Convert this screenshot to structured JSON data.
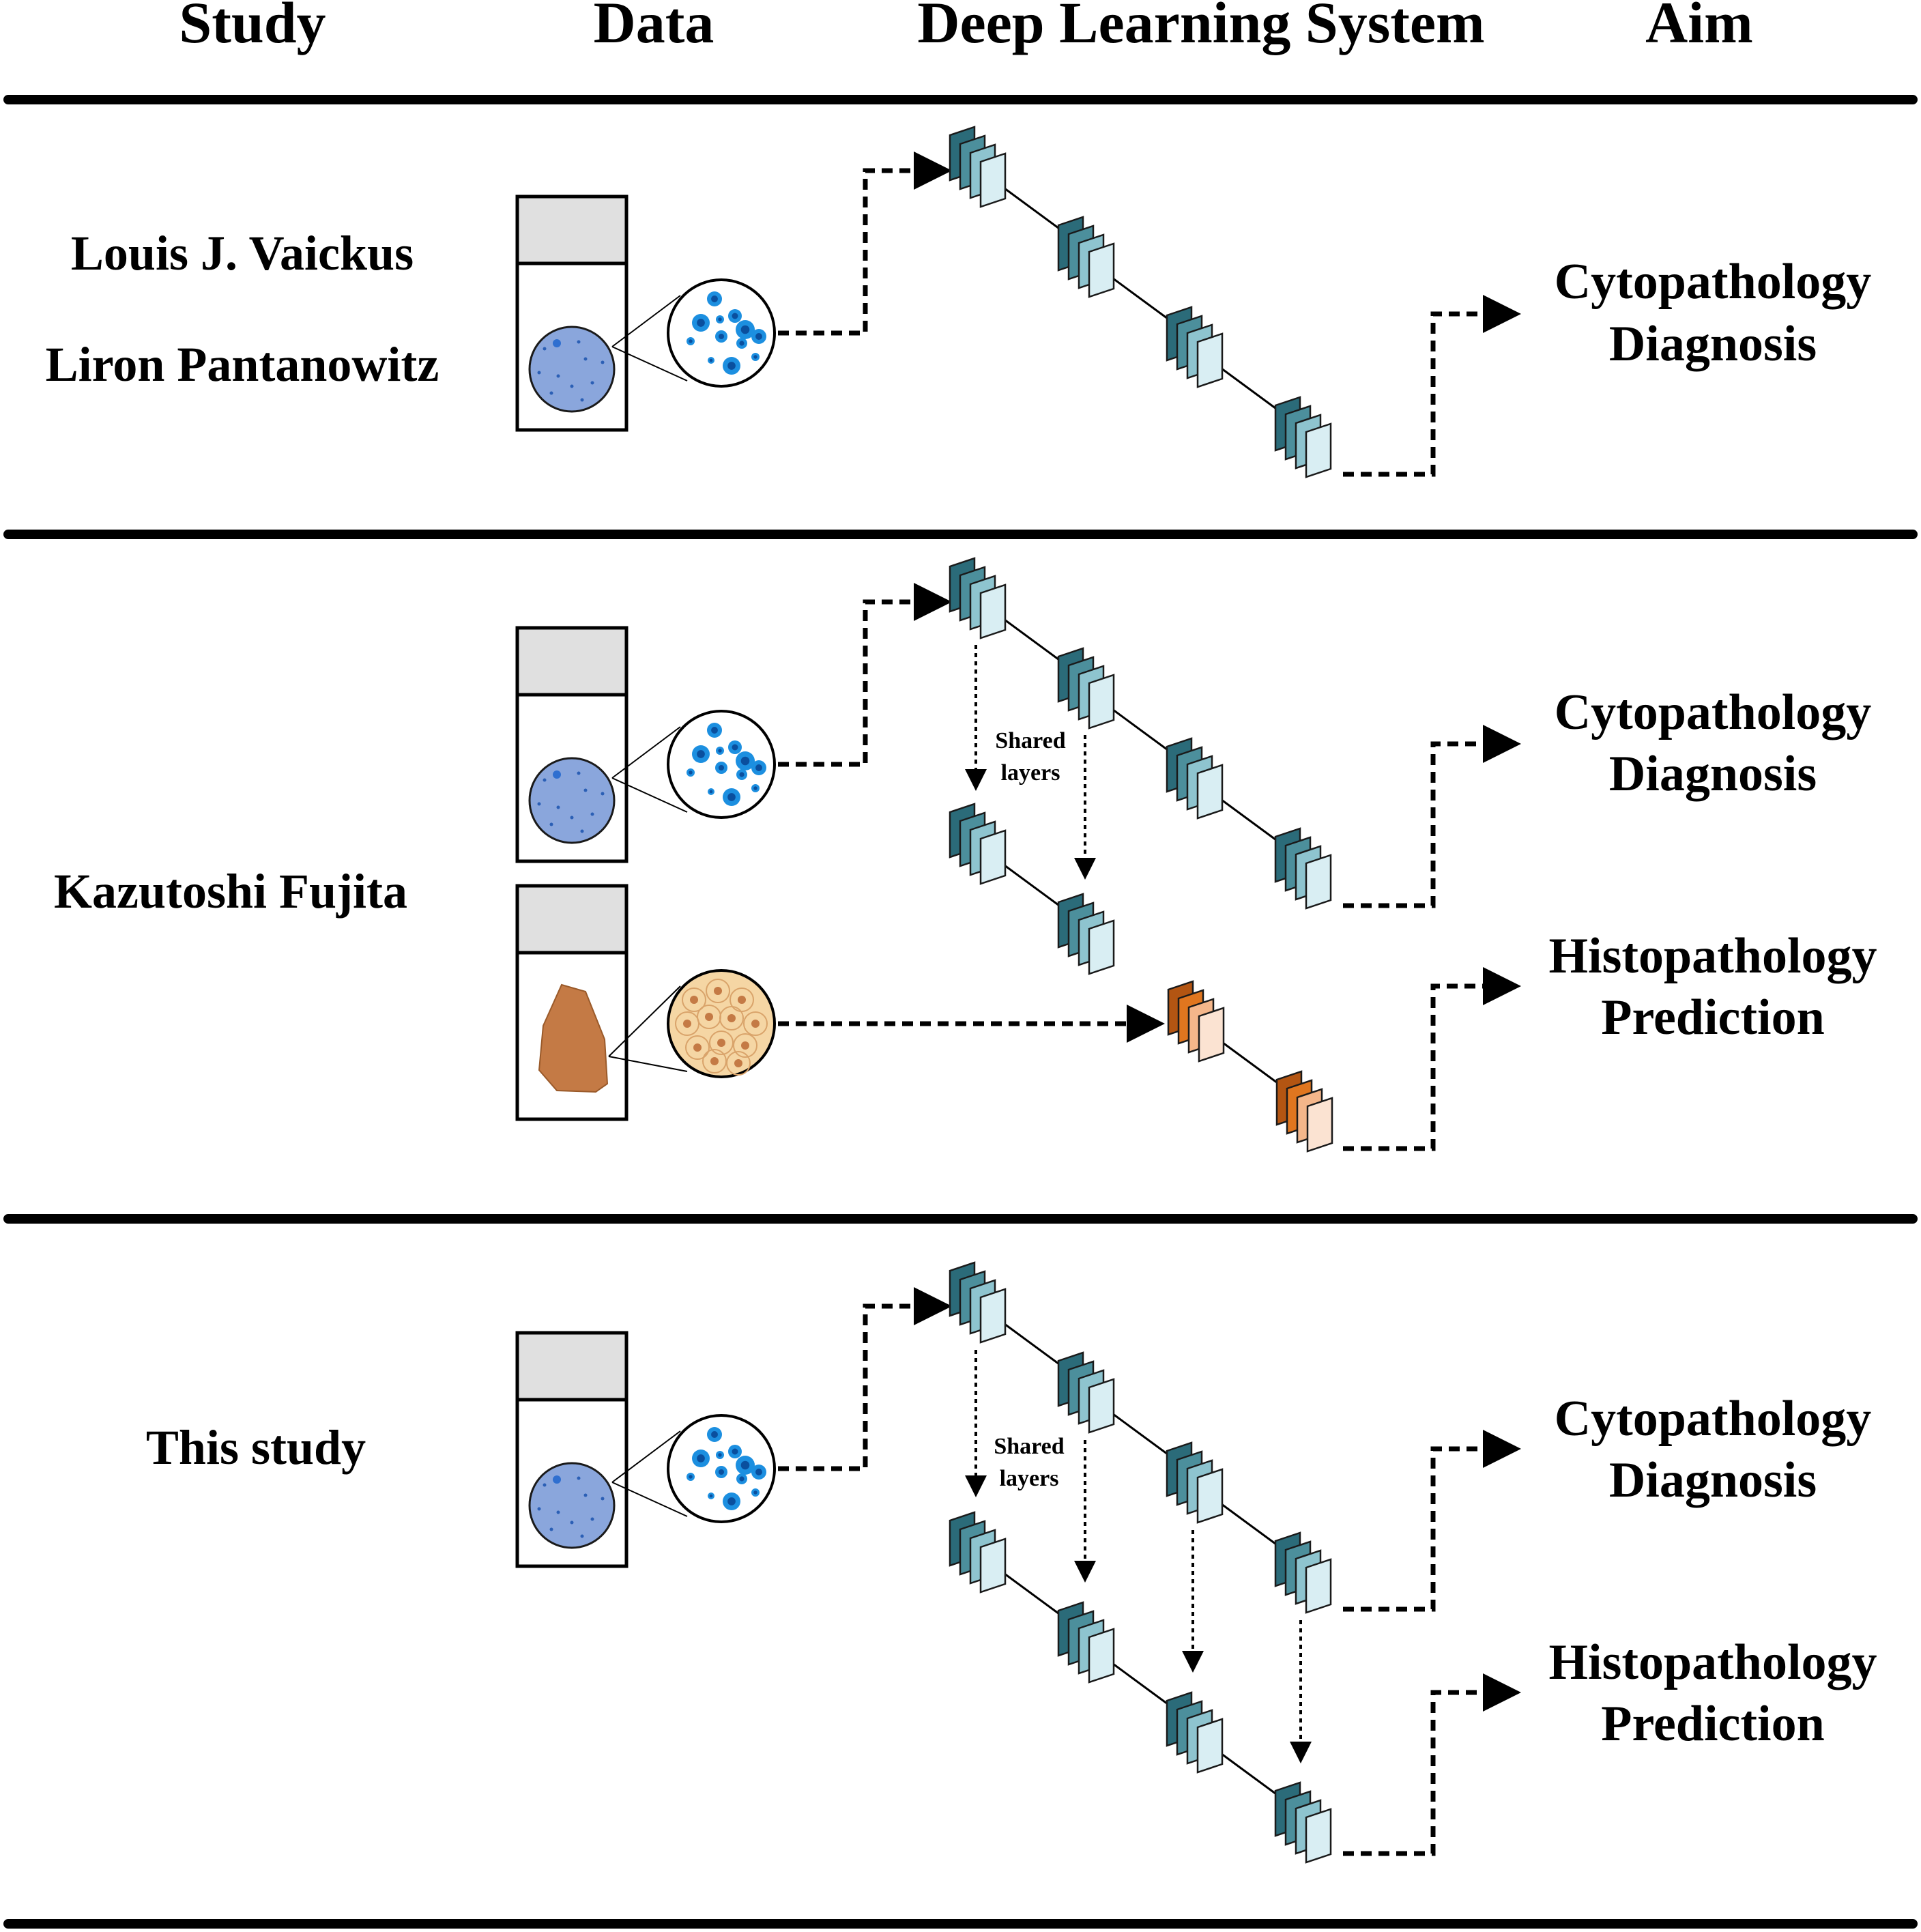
{
  "headers": {
    "study": "Study",
    "data": "Data",
    "system": "Deep Learning System",
    "aim": "Aim"
  },
  "rows": [
    {
      "study": [
        "Louis J. Vaickus",
        "Liron Pantanowitz"
      ],
      "aims": [
        [
          "Cytopathology",
          "Diagnosis"
        ]
      ]
    },
    {
      "study": [
        "Kazutoshi Fujita"
      ],
      "shared_label": [
        "Shared",
        "layers"
      ],
      "aims": [
        [
          "Cytopathology",
          "Diagnosis"
        ],
        [
          "Histopathology",
          "Prediction"
        ]
      ]
    },
    {
      "study": [
        "This study"
      ],
      "shared_label": [
        "Shared",
        "layers"
      ],
      "aims": [
        [
          "Cytopathology",
          "Diagnosis"
        ],
        [
          "Histopathology",
          "Prediction"
        ]
      ]
    }
  ],
  "colors": {
    "blue_layers": [
      "#2b6b79",
      "#4c8f9c",
      "#8ec4cf",
      "#d9eef3"
    ],
    "orange_layers": [
      "#b35512",
      "#e0761f",
      "#f4b68a",
      "#fbe3d2"
    ],
    "cyto_dish": "#8aa6dc",
    "tissue": "#c47a45",
    "histo_zoom": "#f5d6a4",
    "cell_blue": "#1c8fe0",
    "slide_label": "#e0e0e0"
  },
  "icons": [
    "cytology-slide-icon",
    "histology-slide-icon",
    "magnifier-icon",
    "cnn-layer-stack-icon"
  ]
}
